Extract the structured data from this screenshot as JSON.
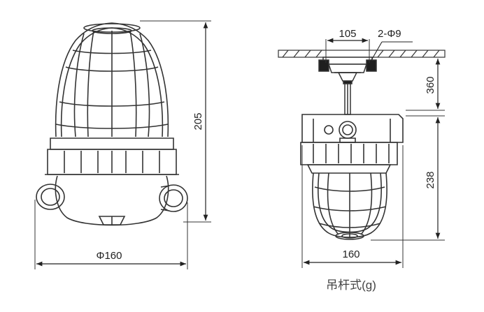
{
  "left_view": {
    "dimensions": {
      "height": "205",
      "diameter": "Φ160"
    }
  },
  "right_view": {
    "dimensions": {
      "mount_spacing": "105",
      "mount_holes": "2-Φ9",
      "rod_length": "360",
      "body_height": "238",
      "body_width": "160"
    },
    "caption": "吊杆式(g)"
  }
}
